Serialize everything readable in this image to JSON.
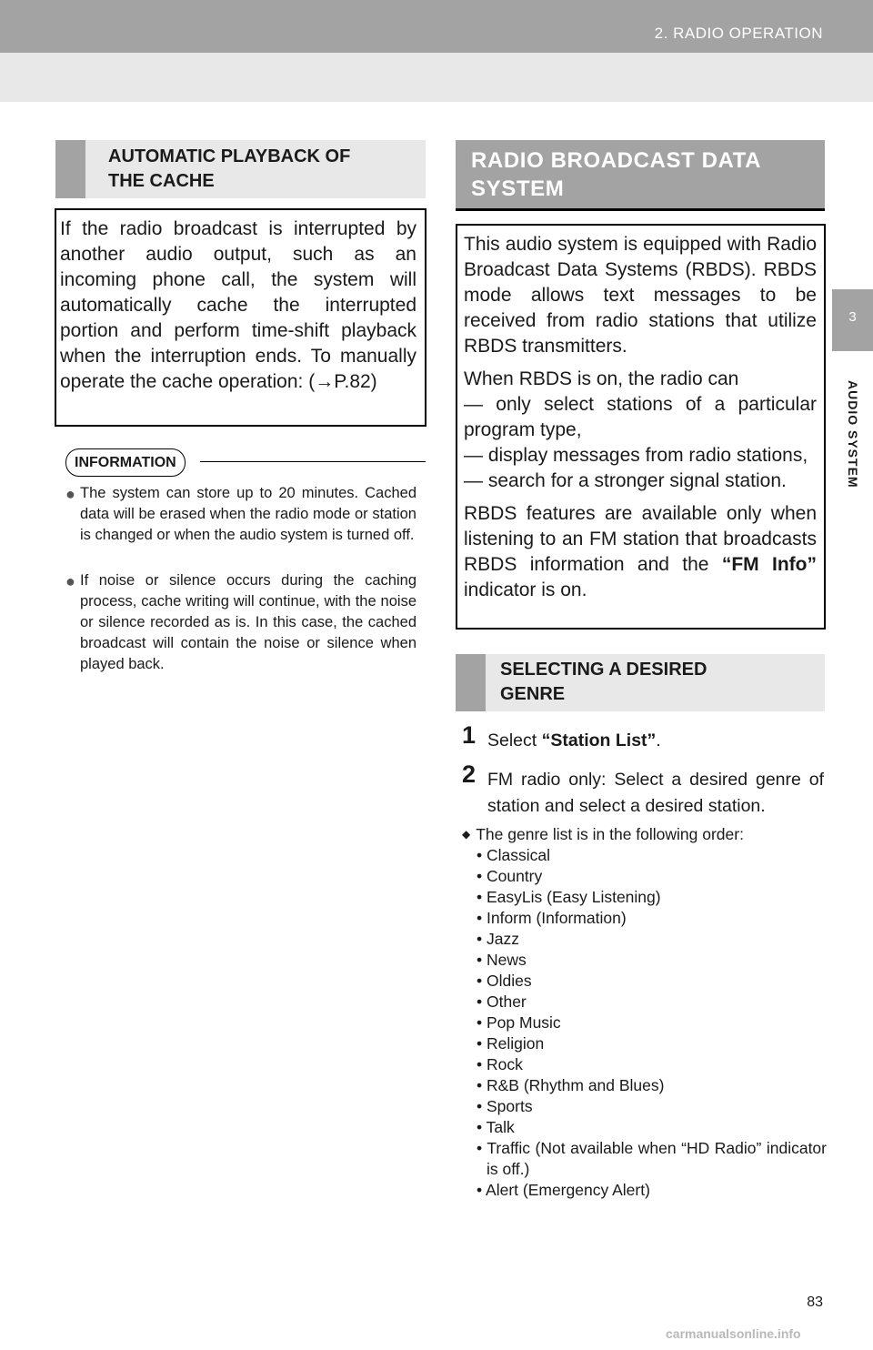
{
  "header": {
    "chapter": "2. RADIO OPERATION"
  },
  "side": {
    "tab_number": "3",
    "label": "AUDIO SYSTEM"
  },
  "left": {
    "section_title": [
      "AUTOMATIC PLAYBACK OF",
      "THE CACHE"
    ],
    "box_text": "If the radio broadcast is interrupted by another audio output, such as an incoming phone call, the system will automatically cache the interrupted portion and perform time-shift playback when the interruption ends. To manually operate the cache operation: (→P.82)",
    "info_label": "INFORMATION",
    "info_items": [
      "The system can store up to 20 minutes. Cached data will be erased when the radio mode or station is changed or when the audio system is turned off.",
      "If noise or silence occurs during the caching process, cache writing will con­tinue, with the noise or silence recorded as is. In this case, the cached broadcast will contain the noise or silence when played back."
    ]
  },
  "right": {
    "section_title": [
      "RADIO BROADCAST DATA",
      "SYSTEM"
    ],
    "p1": "This audio system is equipped with Ra­dio Broadcast Data Systems (RBDS). RBDS mode allows text messages to be received from radio stations that uti­lize RBDS transmitters.",
    "p2_lead": "When RBDS is on, the radio can",
    "p2_items": [
      "— only select stations of a particular program type,",
      "— display messages from radio sta­tions,",
      "— search for a stronger signal station."
    ],
    "p3_start": "RBDS features are available only when listening to an FM station that broadcasts RBDS information and the",
    "p3_bold": "“FM Info”",
    "p3_end": " indicator is on.",
    "section2_title": [
      "SELECTING A DESIRED",
      "GENRE"
    ],
    "step1_num": "1",
    "step1_pre": "Select ",
    "step1_bold": "“Station List”",
    "step1_post": ".",
    "step2_num": "2",
    "step2": "FM radio only: Select a desired genre of station and select a desired station.",
    "genre_intro": "The genre list is in the following order:",
    "genres": [
      "• Classical",
      "• Country",
      "• EasyLis (Easy Listening)",
      "• Inform (Information)",
      "• Jazz",
      "• News",
      "• Oldies",
      "• Other",
      "• Pop Music",
      "• Religion",
      "• Rock",
      "• R&B (Rhythm and Blues)",
      "• Sports",
      "• Talk",
      "• Traffic (Not available when “HD Radio” indicator is off.)",
      "• Alert (Emergency Alert)"
    ]
  },
  "footer": {
    "page_number": "83",
    "watermark": "carmanualsonline.info"
  }
}
